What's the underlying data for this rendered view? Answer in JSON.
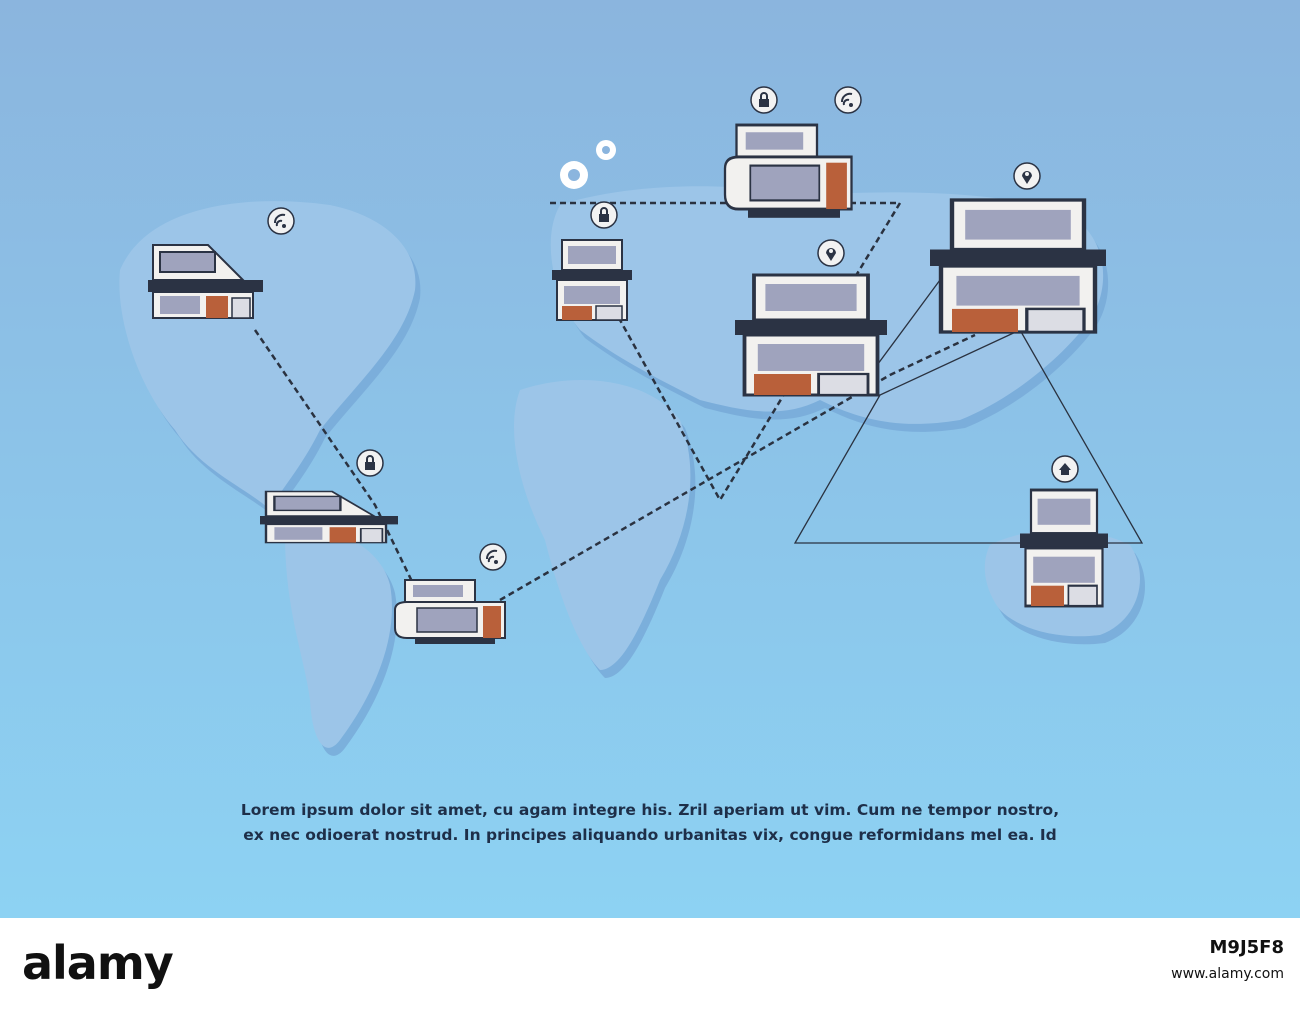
{
  "caption": {
    "line1": "Lorem ipsum dolor sit amet, cu agam integre his. Zril aperiam ut vim. Cum ne tempor nostro,",
    "line2": "ex nec odioerat nostrud. In principes aliquando urbanitas vix, congue reformidans mel ea. Id"
  },
  "footer": {
    "logo_text": "alamy",
    "image_id": "M9J5F8",
    "site": "www.alamy.com"
  },
  "colors": {
    "background_top": "#8bb5de",
    "background_bottom": "#8dd2f3",
    "map_fill": "#9cc5e8",
    "map_shadow": "#78aad8",
    "connection_line": "#2a3240",
    "house_dark": "#2b3344",
    "house_wall": "#f2f1ef",
    "house_accent": "#b9603a",
    "window_glass": "#9fa3bd"
  },
  "houses": [
    {
      "name": "house-north-america",
      "icon": "wifi-icon"
    },
    {
      "name": "house-central-america",
      "icon": "lock-icon"
    },
    {
      "name": "house-south-america",
      "icon": "wifi-icon"
    },
    {
      "name": "house-europe",
      "icon": "lock-icon"
    },
    {
      "name": "house-north-asia",
      "icon": "lock-icon"
    },
    {
      "name": "house-north-asia",
      "icon": "wifi-icon"
    },
    {
      "name": "house-middle-east",
      "icon": "location-pin-icon"
    },
    {
      "name": "house-east-asia",
      "icon": "location-pin-icon"
    },
    {
      "name": "house-australia",
      "icon": "home-icon"
    }
  ],
  "extra_icons": [
    "gears-icon"
  ]
}
